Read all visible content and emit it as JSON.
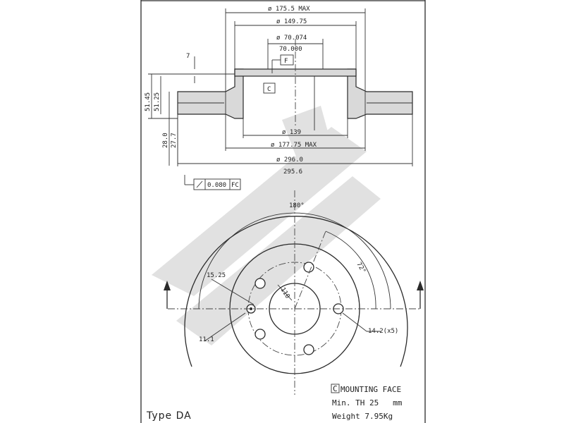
{
  "drawing": {
    "dims_top": {
      "d_175_5_max": "ø 175.5 MAX",
      "d_149_75": "ø 149.75",
      "d_70_074": "ø 70.074",
      "d_70_000": "70.000",
      "d_7": "7",
      "d_139": "ø 139",
      "d_177_75_max": "ø 177.75 MAX",
      "d_296_0": "ø 296.0",
      "d_295_6": "295.6",
      "h_51_45": "51.45",
      "h_51_25": "51.25",
      "h_28_0": "28.0",
      "h_27_7": "27.7"
    },
    "datum_f": "F",
    "datum_c": "C",
    "flatness_value": "0.080",
    "flatness_ref": "FC",
    "dims_front": {
      "angle_180": "180°",
      "angle_72": "72°",
      "bolt_pcd": "110",
      "hole_15_25": "15.25",
      "hole_11_1": "11.1",
      "holes_14_2": "14.2(x5)"
    },
    "legend": {
      "mounting_face_code": "C",
      "mounting_face_label": "MOUNTING FACE",
      "min_th": "Min. TH 25   mm",
      "weight": "Weight 7.95Kg"
    },
    "type_label": "Type DA"
  }
}
